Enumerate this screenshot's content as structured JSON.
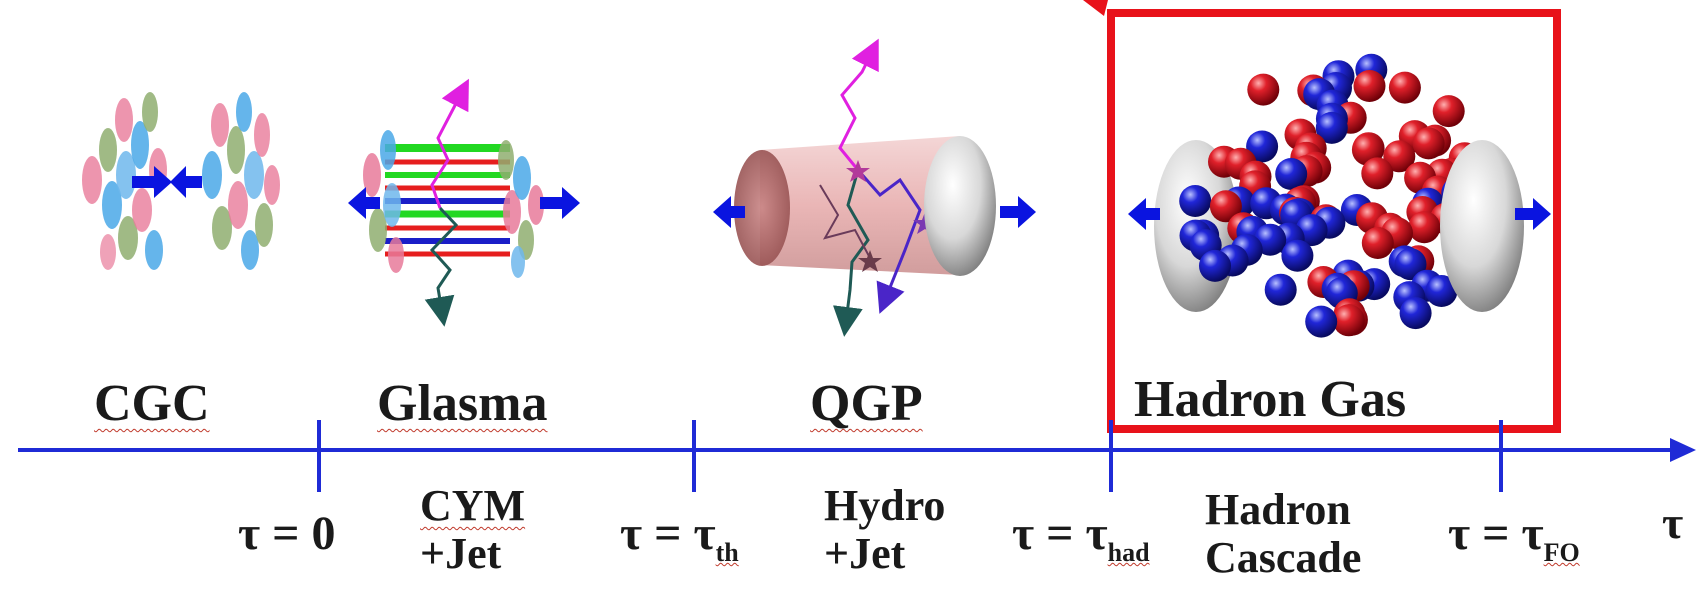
{
  "stages": [
    {
      "id": "cgc",
      "label": "CGC"
    },
    {
      "id": "glasma",
      "label": "Glasma"
    },
    {
      "id": "qgp",
      "label": "QGP"
    },
    {
      "id": "hadron-gas",
      "label": "Hadron Gas"
    }
  ],
  "ticks": [
    {
      "id": "tau-0",
      "prefix": "τ = ",
      "value": "0",
      "sub": ""
    },
    {
      "id": "tau-th",
      "prefix": "τ = ",
      "value": "τ",
      "sub": "th"
    },
    {
      "id": "tau-had",
      "prefix": "τ = ",
      "value": "τ",
      "sub": "had"
    },
    {
      "id": "tau-fo",
      "prefix": "τ = ",
      "value": "τ",
      "sub": "FO"
    }
  ],
  "models": [
    {
      "id": "cym",
      "line1": "CYM",
      "line2": "+Jet"
    },
    {
      "id": "hydro",
      "line1": "Hydro",
      "line2": "+Jet"
    },
    {
      "id": "cascade",
      "line1": "Hadron",
      "line2": "Cascade"
    }
  ],
  "axis": {
    "symbol": "τ"
  },
  "colors": {
    "axis": "#1f2bd6",
    "highlight": "#e8121a",
    "arrow": "#0a14e0",
    "magenta": "#e020e0",
    "teal": "#1f5a55",
    "red_sphere": "#d8141e",
    "blue_sphere": "#1a1ec8"
  }
}
